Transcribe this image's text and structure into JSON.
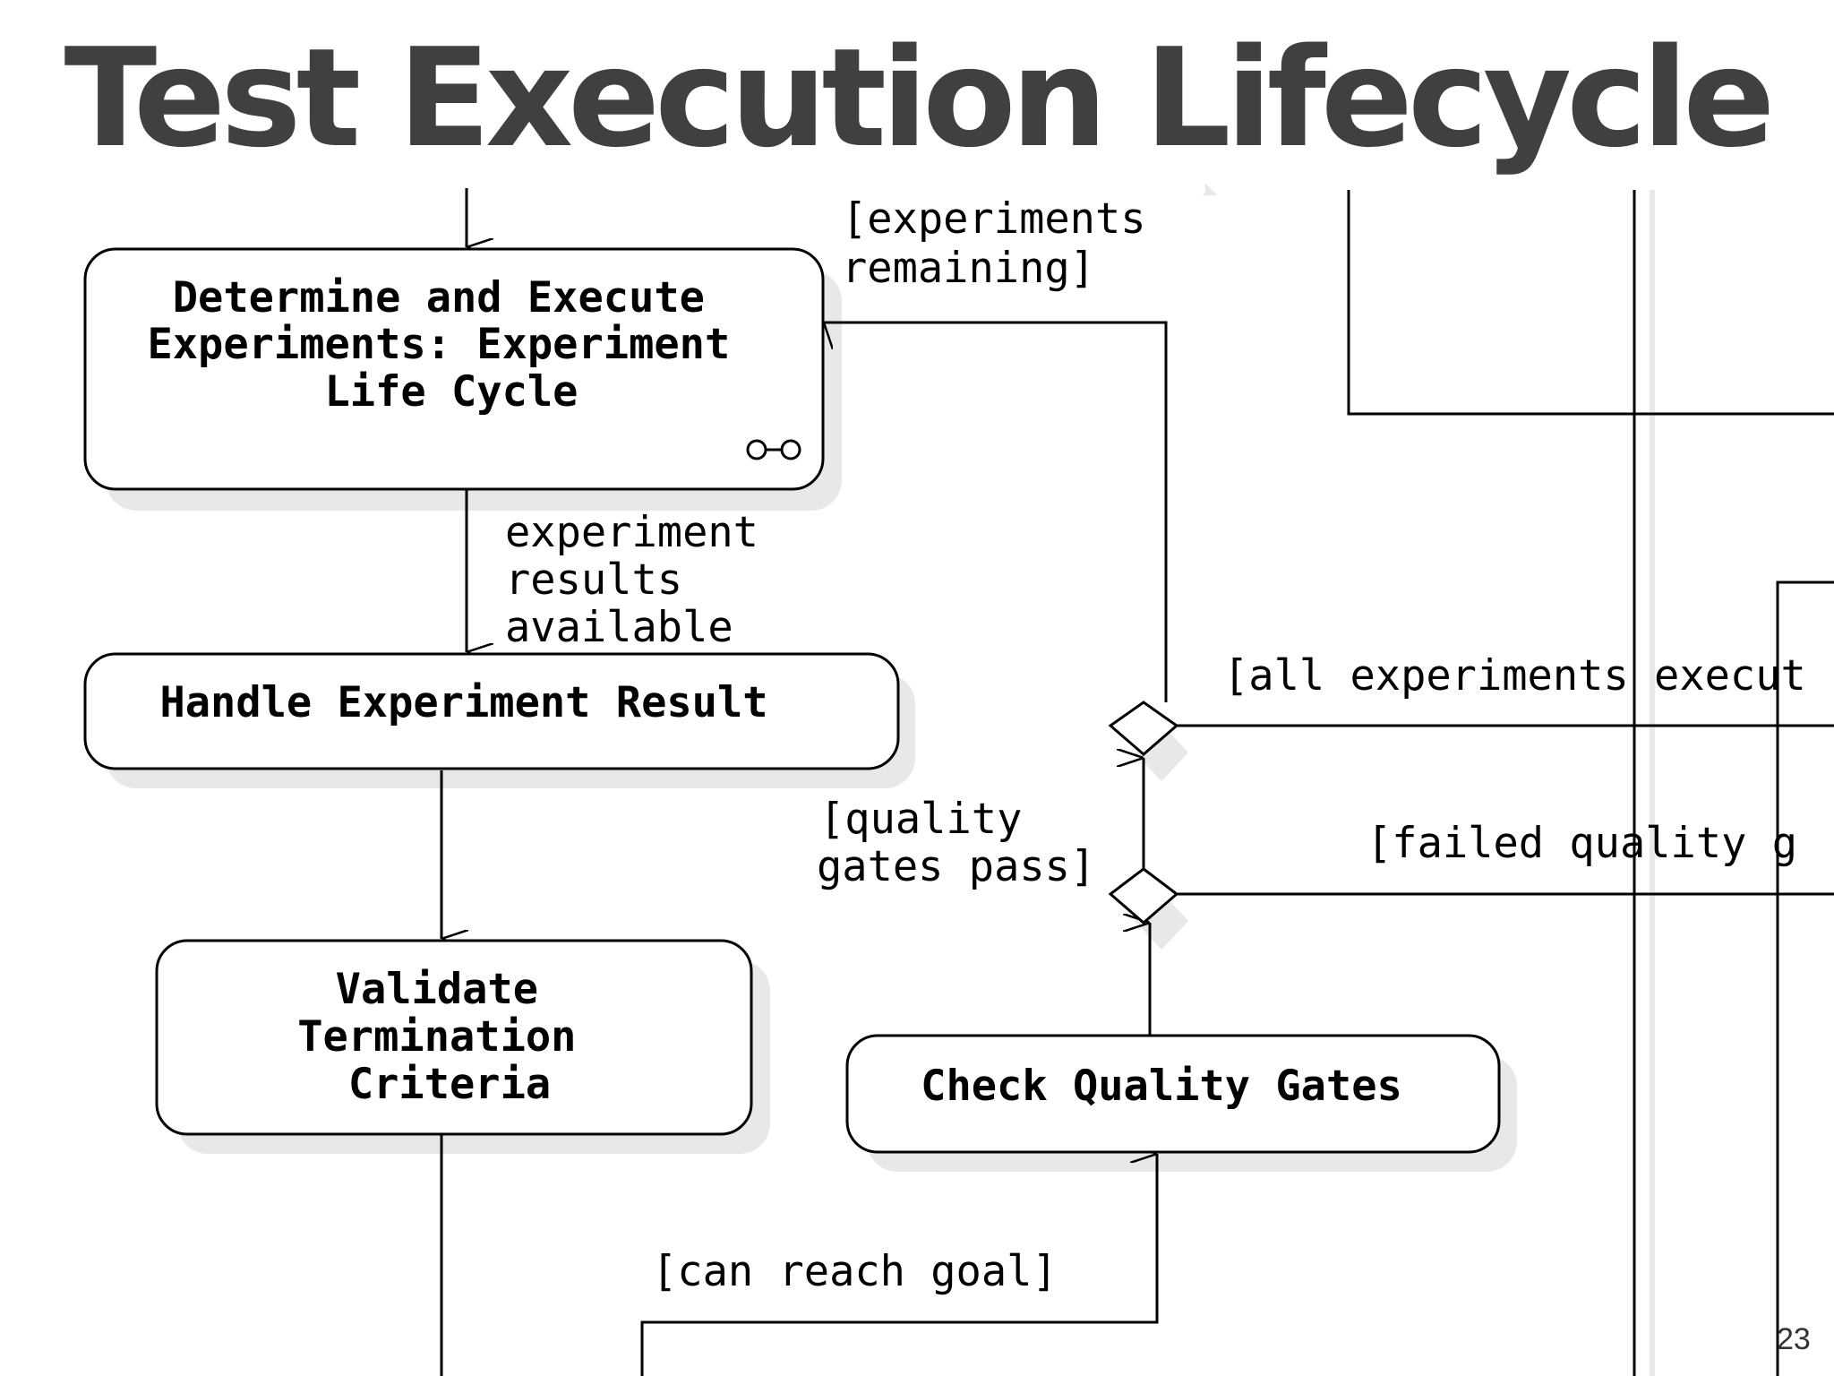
{
  "slide": {
    "title": "Test Execution Lifecycle",
    "page_number": "23"
  },
  "nodes": {
    "execute": {
      "lines": [
        "Determine and Execute",
        "Experiments: Experiment",
        "Life Cycle"
      ],
      "icon": "rake-icon"
    },
    "handle": {
      "lines": [
        "Handle Experiment Result"
      ]
    },
    "validate": {
      "lines": [
        "Validate",
        "Termination",
        "Criteria"
      ]
    },
    "quality": {
      "lines": [
        "Check Quality Gates"
      ]
    }
  },
  "labels": {
    "experiments_remaining": [
      "[experiments",
      "remaining]"
    ],
    "experiment_results": [
      "experiment",
      "results",
      "available"
    ],
    "all_executed": "[all experiments execut",
    "quality_pass": [
      "[quality",
      "gates pass]"
    ],
    "failed_quality": "[failed quality g",
    "can_reach": "[can reach goal]"
  },
  "colors": {
    "line": "#000000",
    "shadow": "#e8e8e8",
    "title": "#404040"
  }
}
